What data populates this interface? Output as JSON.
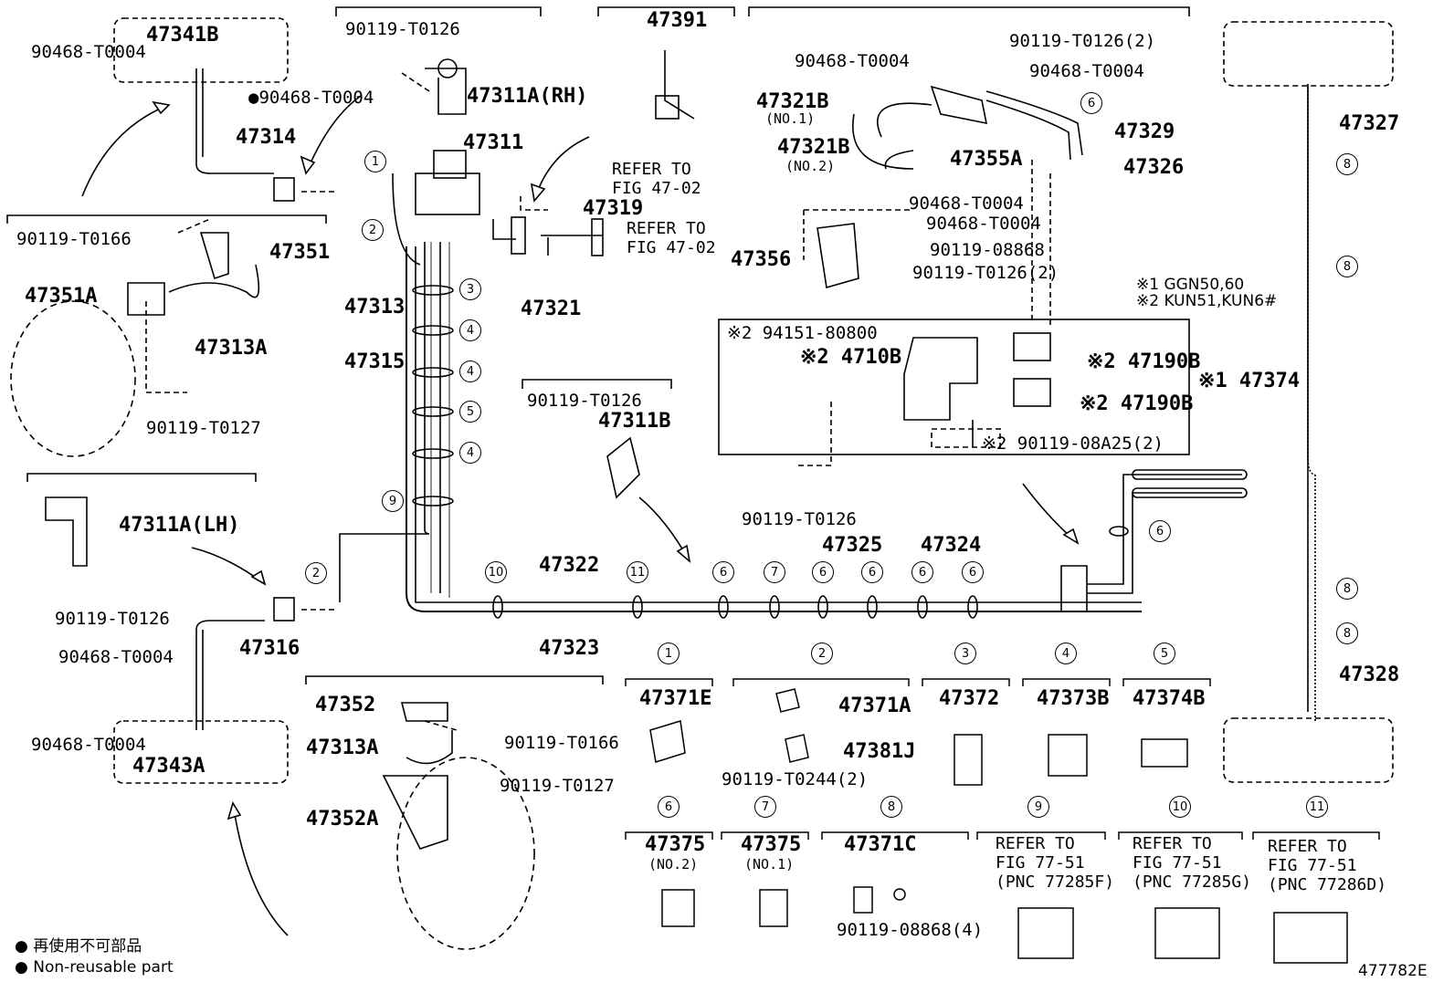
{
  "parts": {
    "p47341B": "47341B",
    "p90468_a": "90468-T0004",
    "p90468_b": "●90468-T0004",
    "p47314": "47314",
    "p90119_T0126_top": "90119-T0126",
    "p47311A_RH": "47311A(RH)",
    "p47311": "47311",
    "p47391": "47391",
    "refer_47_02_a": "REFER TO\nFIG 47-02",
    "p47319": "47319",
    "refer_47_02_b": "REFER TO\nFIG 47-02",
    "p90119_T0166": "90119-T0166",
    "p47351": "47351",
    "p47351A": "47351A",
    "p47313": "47313",
    "p47313A": "47313A",
    "p47321": "47321",
    "p90119_T0127": "90119-T0127",
    "p47315": "47315",
    "p47311A_LH": "47311A(LH)",
    "p90119_T0126_lh": "90119-T0126",
    "p90468_c": "90468-T0004",
    "p47316": "47316",
    "p90468_d": "90468-T0004",
    "p47343A": "47343A",
    "p90119_T0126_mid": "90119-T0126",
    "p47311B": "47311B",
    "p47322": "47322",
    "p47323": "47323",
    "p47325": "47325",
    "p47324": "47324",
    "p47352": "47352",
    "p47313A_b": "47313A",
    "p90119_T0166_b": "90119-T0166",
    "p90119_T0127_b": "90119-T0127",
    "p47352A": "47352A",
    "p90119_T0126_2": "90119-T0126(2)",
    "p90468_e": "90468-T0004",
    "p90468_f": "90468-T0004",
    "p47321B_1": "47321B",
    "no1": "(NO.1)",
    "p47321B_2": "47321B",
    "no2": "(NO.2)",
    "p47355A": "47355A",
    "p47329": "47329",
    "p47326": "47326",
    "p90468_g": "90468-T0004",
    "p90468_h": "90468-T0004",
    "p47356": "47356",
    "p90119_08868": "90119-08868",
    "p90119_T0126_2b": "90119-T0126(2)",
    "note1": "※1 GGN50,60",
    "note2": "※2 KUN51,KUN6#",
    "p94151": "※2 94151-80800",
    "p4710B": "※2 4710B",
    "p47190B_a": "※2 47190B",
    "p47190B_b": "※2 47190B",
    "p47374": "※1 47374",
    "p90119_08A25": "※2 90119-08A25(2)",
    "p90119_T0126_low": "90119-T0126",
    "p47327": "47327",
    "p47328": "47328"
  },
  "callouts": {
    "c1": "1",
    "c2": "2",
    "c3": "3",
    "c4": "4",
    "c5": "5",
    "c6": "6",
    "c7": "7",
    "c8": "8",
    "c9": "9",
    "c10": "10",
    "c11": "11"
  },
  "clips": {
    "k1": "47371E",
    "k2a": "47371A",
    "k2b": "47381J",
    "k2c": "90119-T0244(2)",
    "k3": "47372",
    "k4": "47373B",
    "k5": "47374B",
    "k6": "47375",
    "k6n": "(NO.2)",
    "k7": "47375",
    "k7n": "(NO.1)",
    "k8": "47371C",
    "k8b": "90119-08868(4)",
    "k9": "REFER TO\nFIG 77-51\n(PNC 77285F)",
    "k10": "REFER TO\nFIG 77-51\n(PNC 77285G)",
    "k11": "REFER TO\nFIG 77-51\n(PNC 77286D)"
  },
  "legend": {
    "ja": "● 再使用不可部品",
    "en": "● Non-reusable part"
  },
  "figure_id": "477782E"
}
